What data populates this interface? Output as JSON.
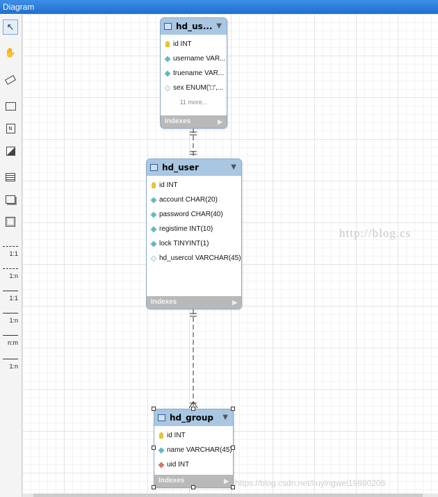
{
  "window": {
    "title": "Diagram"
  },
  "toolbar": {
    "relationship_tools": [
      {
        "label": "1:1"
      },
      {
        "label": "1:n"
      },
      {
        "label": "1:1"
      },
      {
        "label": "1:n"
      },
      {
        "label": "n:m"
      },
      {
        "label": "1:n"
      }
    ]
  },
  "entities": {
    "top": {
      "name": "hd_us...",
      "columns": [
        {
          "text": "id INT",
          "key": "pk"
        },
        {
          "text": "username VAR...",
          "key": "nn"
        },
        {
          "text": "truename VAR...",
          "key": "nn"
        },
        {
          "text": "sex ENUM('□',...",
          "key": "opt"
        }
      ],
      "more": "11 more...",
      "indexes": "Indexes"
    },
    "user": {
      "name": "hd_user",
      "columns": [
        {
          "text": "id INT",
          "key": "pk"
        },
        {
          "text": "account CHAR(20)",
          "key": "nn"
        },
        {
          "text": "password CHAR(40)",
          "key": "nn"
        },
        {
          "text": "registime INT(10)",
          "key": "nn"
        },
        {
          "text": "lock TINYINT(1)",
          "key": "nn"
        },
        {
          "text": "hd_usercol VARCHAR(45)",
          "key": "opt"
        }
      ],
      "indexes": "Indexes"
    },
    "group": {
      "name": "hd_group",
      "columns": [
        {
          "text": "id INT",
          "key": "pk"
        },
        {
          "text": "name VARCHAR(45)",
          "key": "nn"
        },
        {
          "text": "uid INT",
          "key": "fk"
        }
      ],
      "indexes": "Indexes"
    }
  },
  "watermarks": {
    "right": "http://blog.cs",
    "bottom": "https://blog.csdn.net/liuyingwei19880206"
  },
  "colors": {
    "entity_header": "#a9c7e3",
    "indexes_bar": "#b9b9b9",
    "title_bar": "#1f6fd0"
  }
}
